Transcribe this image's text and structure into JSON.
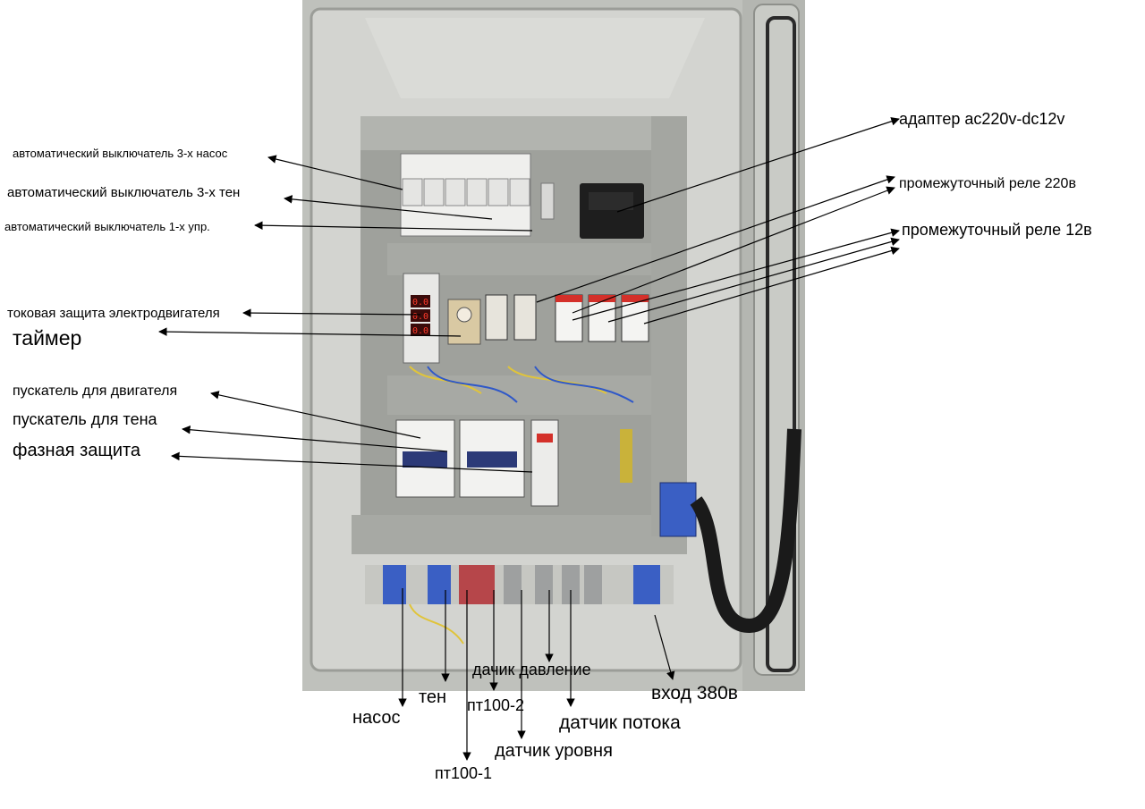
{
  "labels": {
    "breaker_pump": "автоматический выключатель 3-х насос",
    "breaker_heater": "автоматический выключатель 3-х  тен",
    "breaker_control": "автоматический выключатель 1-х упр.",
    "motor_protection": "токовая защита электродвигателя",
    "timer": "таймер",
    "starter_motor": "пускатель для двигателя",
    "starter_heater": "пускатель для тена",
    "phase_protection": "фазная защита",
    "adapter": "адаптер ac220v-dc12v",
    "relay_220": "промежуточный реле 220в",
    "relay_12": "промежуточный реле 12в",
    "pressure_sensor": "дачик давление",
    "input_380": "вход 380в",
    "heater": "тен",
    "pt100_2": "пт100-2",
    "pump": "насос",
    "flow_sensor": "датчик потока",
    "level_sensor": "датчик уровня",
    "pt100_1": "пт100-1"
  },
  "display": {
    "digits": "0.0"
  },
  "colors": {
    "enclosure": "#c8c9c5",
    "panel": "#a9aba6",
    "relay_red": "#d4302a",
    "contactor_white": "#f2f2f0",
    "terminal_blue": "#3a5fc4",
    "cable_black": "#1a1a1a"
  }
}
